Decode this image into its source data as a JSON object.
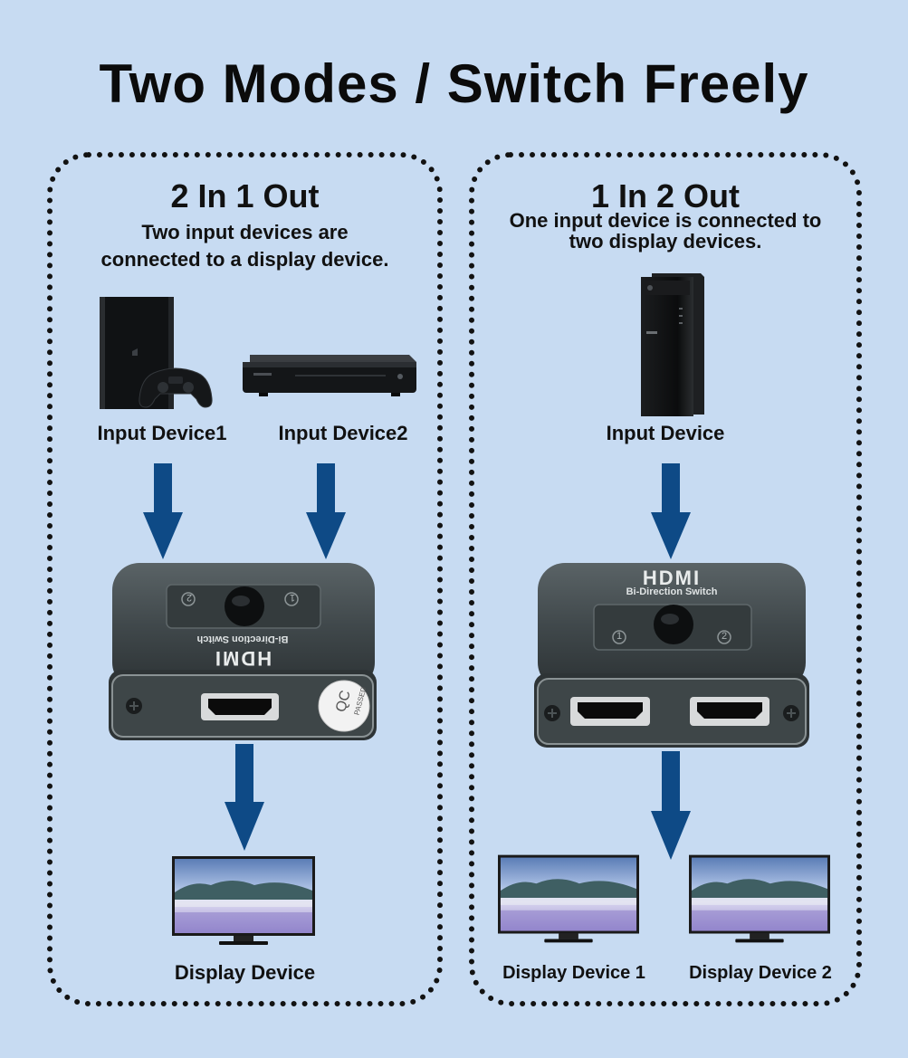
{
  "header": {
    "title": "Two  Modes / Switch Freely"
  },
  "left_panel": {
    "mode_title": "2 In 1 Out",
    "description_line1": "Two input devices are",
    "description_line2": "connected to a display device.",
    "input_label_1": "Input Device1",
    "input_label_2": "Input Device2",
    "output_label": "Display Device",
    "device": {
      "brand": "HDMI",
      "model": "Bi-Direction Switch",
      "port_1": "1",
      "port_2": "2",
      "qc_line1": "QC",
      "qc_line2": "PASSED"
    }
  },
  "right_panel": {
    "mode_title": "1 In 2 Out",
    "description_line1": "One input device is connected to",
    "description_line2": "two display devices.",
    "input_label": "Input Device",
    "output_label_1": "Display Device 1",
    "output_label_2": "Display Device 2",
    "device": {
      "brand": "HDMI",
      "model": "Bi-Direction Switch",
      "port_1": "1",
      "port_2": "2"
    }
  },
  "colors": {
    "background": "#c7dbf2",
    "arrow": "#0e4a86",
    "panel_border": "#121212",
    "device_body": "#3f4749"
  }
}
